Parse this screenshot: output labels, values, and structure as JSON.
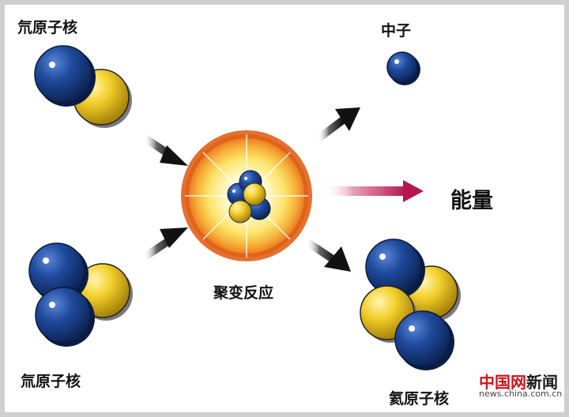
{
  "labels": {
    "deuterium": "氘原子核",
    "tritium": "氚原子核",
    "neutron": "中子",
    "helium": "氦原子核",
    "fusion": "聚变反应",
    "energy": "能量"
  },
  "watermark": {
    "brand_red": "中国网",
    "brand_dark": "新闻",
    "url": "news.china.com.cn"
  },
  "colors": {
    "proton_blue": "#1f4a9c",
    "neutron_yellow": "#f2cf2a",
    "burst_orange": "#e8651a",
    "energy_arrow": "#c2185b",
    "watermark_red": "#c8141e"
  }
}
